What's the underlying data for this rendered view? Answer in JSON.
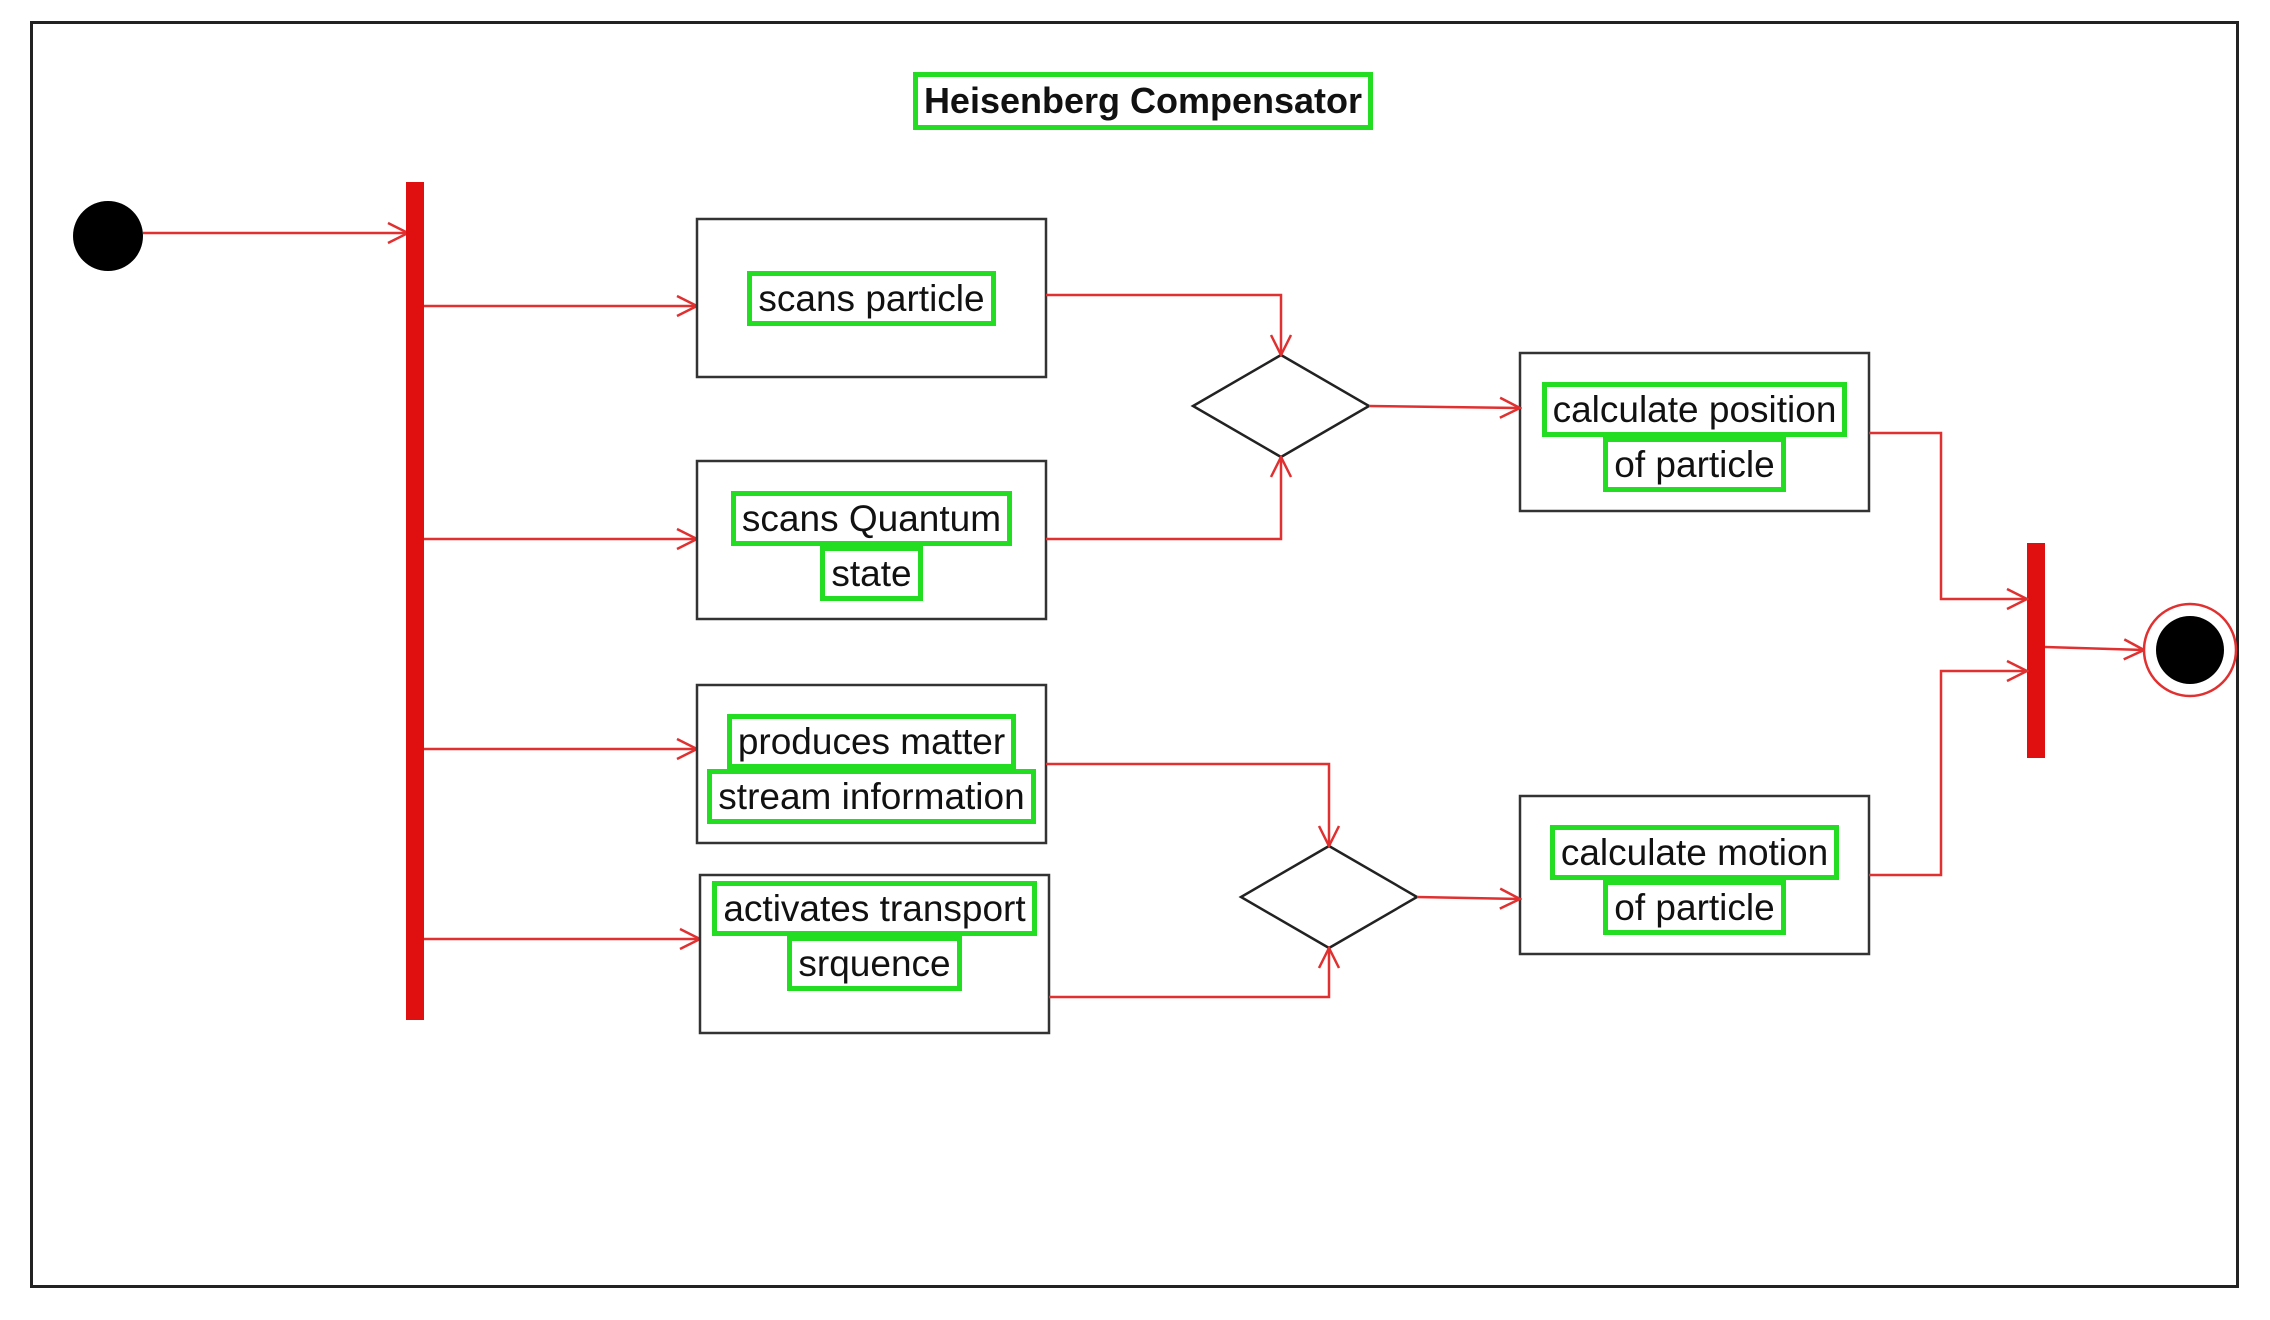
{
  "diagram": {
    "title": "Heisenberg Compensator",
    "colors": {
      "flow": "#e03030",
      "bar": "#e01010",
      "node_border": "#333333",
      "highlight": "#22dd22",
      "start_node": "#000000"
    },
    "actions": [
      {
        "id": "scan-particle",
        "lines": [
          "scans particle"
        ]
      },
      {
        "id": "scan-quantum",
        "lines": [
          "scans Quantum",
          "state"
        ]
      },
      {
        "id": "matter-stream",
        "lines": [
          "produces matter",
          "stream information"
        ]
      },
      {
        "id": "transport",
        "lines": [
          "activates transport",
          "srquence"
        ]
      },
      {
        "id": "calc-position",
        "lines": [
          "calculate position",
          "of particle"
        ]
      },
      {
        "id": "calc-motion",
        "lines": [
          "calculate motion",
          "of particle"
        ]
      }
    ]
  }
}
